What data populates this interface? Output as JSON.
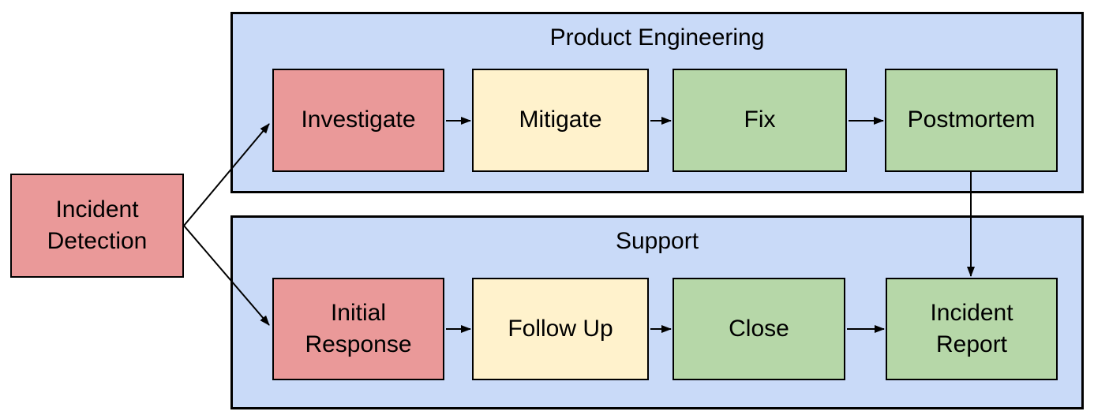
{
  "diagram_type": "flowchart",
  "colors": {
    "lane_fill": "#C9DAF8",
    "red_fill": "#EA9999",
    "yellow_fill": "#FFF2CC",
    "green_fill": "#B6D7A8",
    "border": "#000000",
    "background": "#FFFFFF",
    "text": "#000000"
  },
  "nodes": {
    "incident_detection": {
      "label": "Incident\nDetection",
      "fill": "#EA9999"
    },
    "investigate": {
      "label": "Investigate",
      "fill": "#EA9999"
    },
    "mitigate": {
      "label": "Mitigate",
      "fill": "#FFF2CC"
    },
    "fix": {
      "label": "Fix",
      "fill": "#B6D7A8"
    },
    "postmortem": {
      "label": "Postmortem",
      "fill": "#B6D7A8"
    },
    "initial_response": {
      "label": "Initial\nResponse",
      "fill": "#EA9999"
    },
    "follow_up": {
      "label": "Follow Up",
      "fill": "#FFF2CC"
    },
    "close": {
      "label": "Close",
      "fill": "#B6D7A8"
    },
    "incident_report": {
      "label": "Incident\nReport",
      "fill": "#B6D7A8"
    }
  },
  "lanes": {
    "product_engineering": {
      "label": "Product Engineering",
      "fill": "#C9DAF8"
    },
    "support": {
      "label": "Support",
      "fill": "#C9DAF8"
    }
  },
  "edges": [
    {
      "from": "Incident Detection",
      "to": "Investigate"
    },
    {
      "from": "Incident Detection",
      "to": "Initial Response"
    },
    {
      "from": "Investigate",
      "to": "Mitigate"
    },
    {
      "from": "Mitigate",
      "to": "Fix"
    },
    {
      "from": "Fix",
      "to": "Postmortem"
    },
    {
      "from": "Initial Response",
      "to": "Follow Up"
    },
    {
      "from": "Follow Up",
      "to": "Close"
    },
    {
      "from": "Close",
      "to": "Incident Report"
    },
    {
      "from": "Postmortem",
      "to": "Incident Report"
    }
  ]
}
